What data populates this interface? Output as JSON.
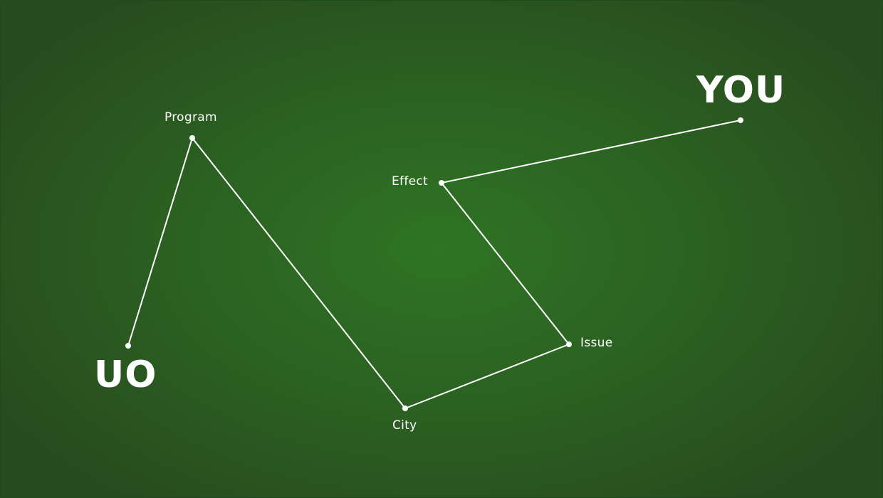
{
  "diagram": {
    "nodes": [
      {
        "id": "uo",
        "label": "UO"
      },
      {
        "id": "program",
        "label": "Program"
      },
      {
        "id": "city",
        "label": "City"
      },
      {
        "id": "issue",
        "label": "Issue"
      },
      {
        "id": "effect",
        "label": "Effect"
      },
      {
        "id": "you",
        "label": "YOU"
      }
    ],
    "path_order": [
      "uo",
      "program",
      "city",
      "issue",
      "effect",
      "you"
    ],
    "colors": {
      "line": "#ffffff",
      "text": "#ffffff",
      "background": "#2d6b22"
    }
  }
}
